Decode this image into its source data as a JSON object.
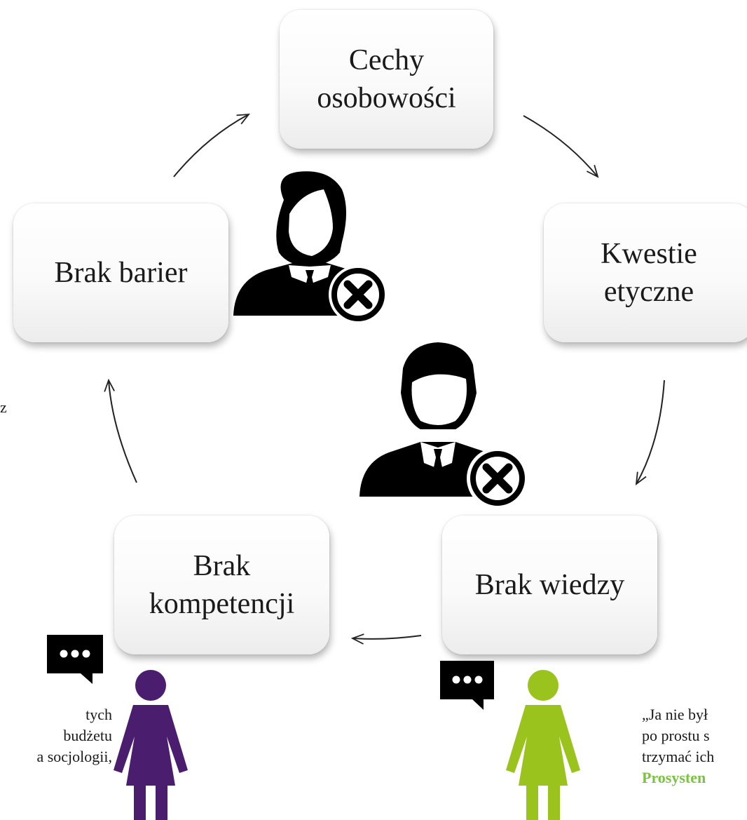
{
  "nodes": {
    "cechy": {
      "line1": "Cechy",
      "line2": "osobowości"
    },
    "kwestie": {
      "line1": "Kwestie",
      "line2": "etyczne"
    },
    "wiedzy": {
      "line1": "Brak wiedzy"
    },
    "kompetencji": {
      "line1": "Brak",
      "line2": "kompetencji"
    },
    "barier": {
      "line1": "Brak barier"
    }
  },
  "icons": {
    "woman": "businesswoman-rejected-icon",
    "man": "businessman-rejected-icon",
    "bubble": "speech-bubble-icon",
    "person": "woman-figure-icon"
  },
  "colors": {
    "purple_person": "#4a1d6e",
    "green_person": "#9bc31d",
    "green_speaker": "#7cc242"
  },
  "quotes": {
    "left": {
      "lines": [
        "tych",
        "budżetu",
        "a socjologii,"
      ]
    },
    "right": {
      "lines": [
        "„Ja nie był",
        "po prostu s",
        "trzymać ich"
      ],
      "speaker": "Prosysten"
    }
  },
  "margin_glyph": "z"
}
